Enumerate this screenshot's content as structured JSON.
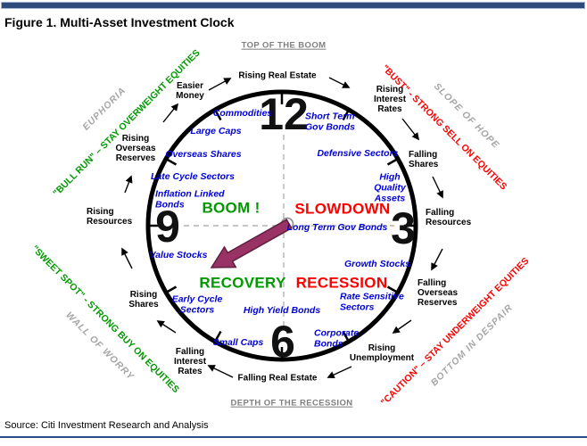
{
  "header": {
    "title": "Figure 1. Multi-Asset Investment Clock"
  },
  "footer": {
    "source": "Source: Citi Investment Research and Analysis"
  },
  "clock": {
    "numerals": {
      "n12": "12",
      "n3": "3",
      "n6": "6",
      "n9": "9"
    },
    "quadrants": {
      "boom": "BOOM !",
      "slowdown": "SLOWDOWN",
      "recovery": "RECOVERY",
      "recession": "RECESSION"
    },
    "phase_top": "TOP OF THE BOOM",
    "phase_bottom": "DEPTH OF THE RECESSION"
  },
  "assets": {
    "commodities": "Commodities",
    "short_term_gov_bonds": "Short Term\nGov Bonds",
    "large_caps": "Large Caps",
    "overseas_shares": "Overseas Shares",
    "defensive_sectors": "Defensive Sectors",
    "late_cycle_sectors": "Late Cycle Sectors",
    "high_quality_assets": "High\nQuality\nAssets",
    "inflation_linked_bonds": "Inflation Linked\nBonds",
    "long_term_gov_bonds": "Long Term Gov Bonds",
    "value_stocks": "Value Stocks",
    "growth_stocks": "Growth Stocks",
    "early_cycle_sectors": "Early Cycle\nSectors",
    "rate_sensitive_sectors": "Rate Sensitive\nSectors",
    "high_yield_bonds": "High Yield Bonds",
    "small_caps": "Small Caps",
    "corporate_bonds": "Corporate\nBonds"
  },
  "conditions": {
    "rising_real_estate": "Rising Real Estate",
    "easier_money": "Easier\nMoney",
    "rising_interest_rates": "Rising\nInterest\nRates",
    "falling_shares": "Falling\nShares",
    "falling_resources": "Falling\nResources",
    "falling_overseas_reserves": "Falling\nOverseas\nReserves",
    "rising_unemployment": "Rising\nUnemployment",
    "falling_real_estate": "Falling Real Estate",
    "falling_interest_rates": "Falling\nInterest\nRates",
    "rising_shares": "Rising\nShares",
    "rising_resources": "Rising\nResources",
    "rising_overseas_reserves": "Rising\nOverseas\nReserves"
  },
  "sentiment": {
    "bull_run": "\"BULL RUN\" – STAY OVERWEIGHT EQUITIES",
    "euphoria": "EUPHORIA",
    "bust": "\"BUST\" - STRONG SELL ON EQUITIES",
    "slope_of_hope": "SLOPE OF HOPE",
    "sweet_spot": "\"SWEET SPOT\" - STRONG BUY ON EQUITIES",
    "wall_of_worry": "WALL OF WORRY",
    "caution": "\"CAUTION\" – STAY UNDERWEIGHT EQUITIES",
    "bottom_in_despair": "BOTTOM IN DESPAIR"
  },
  "colors": {
    "accent_blue": "#0000D8",
    "green": "#009900",
    "red": "#FE0000",
    "sentiment_gray": "#A6A6A6",
    "phase_gray": "#7F7F7F",
    "navy_bar": "#2E4B7C",
    "footer_line_blue": "#2B4C86",
    "hand_magenta": "#993366"
  }
}
